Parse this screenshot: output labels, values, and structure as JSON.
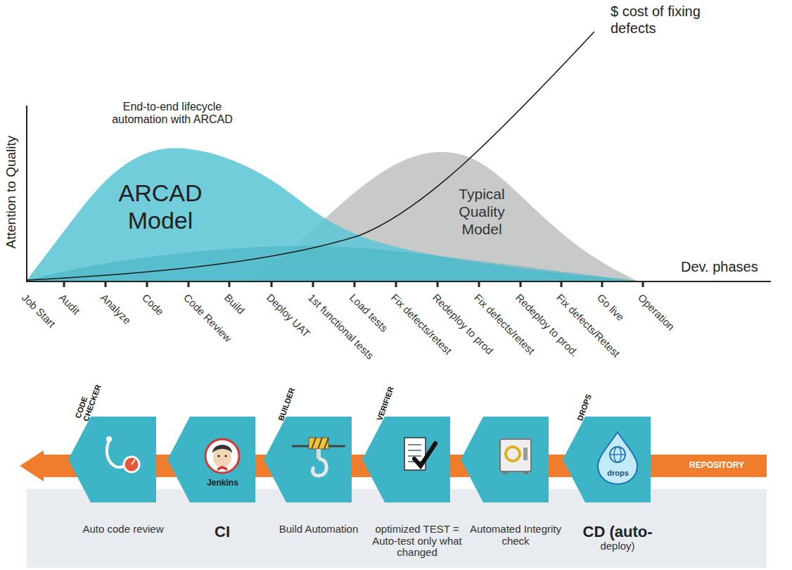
{
  "diagram": {
    "nodes": [
      {
        "text": [
          "ARCAD Model"
        ]
      },
      {
        "text": [
          "Typical Quality Model"
        ]
      },
      {
        "text": [
          "CODE CHECKER",
          "Auto code review"
        ]
      },
      {
        "text": [
          "Jenkins",
          "CI"
        ]
      },
      {
        "text": [
          "BUILDER",
          "Build Automation"
        ]
      },
      {
        "text": [
          "VERIFIER",
          "optimized TEST = Auto-test only what changed"
        ]
      },
      {
        "text": [
          "Automated Integrity check"
        ]
      },
      {
        "text": [
          "DROPS",
          "drops",
          "CD (auto-deploy)"
        ]
      },
      {
        "text": [
          "REPOSITORY"
        ]
      }
    ],
    "labels": [
      "$ cost of fixing defects",
      "End-to-end lifecycle automation with ARCAD",
      "Attention to Quality",
      "Dev. phases",
      "Job Start",
      "Audit",
      "Analyze",
      "Code",
      "Code Review",
      "Build",
      "Deploy UAT",
      "1st functional tests",
      "Load tests",
      "Fix defects/retest",
      "Redeploy to prod",
      "Fix defects/retest",
      "Redeploy to prod.",
      "Fix defects/Retest",
      "Go live",
      "Operation"
    ]
  }
}
